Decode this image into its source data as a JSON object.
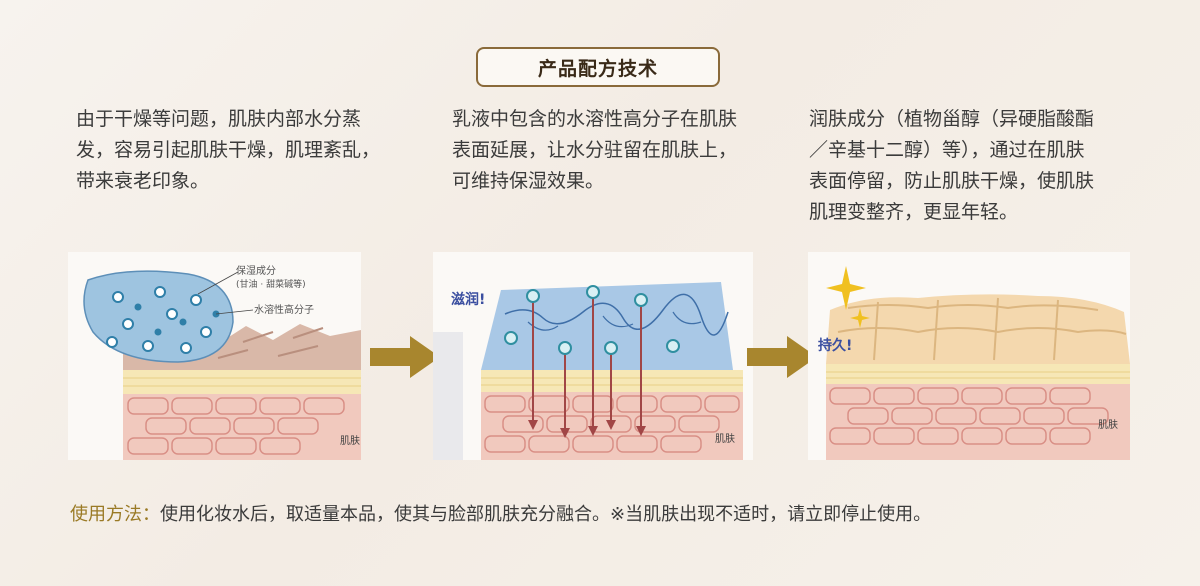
{
  "title": "产品配方技术",
  "columns": [
    {
      "lines": [
        "由于干燥等问题，肌肤内部水分蒸",
        "发，容易引起肌肤干燥，肌理紊乱，",
        "带来衰老印象。"
      ]
    },
    {
      "lines": [
        "乳液中包含的水溶性高分子在肌肤",
        "表面延展，让水分驻留在肌肤上，",
        "可维持保湿效果。"
      ]
    },
    {
      "lines": [
        "润肤成分（植物甾醇（异硬脂酸酯",
        "／辛基十二醇）等），通过在肌肤",
        "表面停留，防止肌肤干燥，使肌肤",
        "肌理变整齐，更显年轻。"
      ]
    }
  ],
  "panel1": {
    "label_moist": "保湿成分",
    "label_moist_sub": "(甘油 · 甜菜碱等)",
    "label_polymer": "水溶性高分子",
    "skin_label": "肌肤"
  },
  "panel2": {
    "moist_word": "滋润!",
    "skin_label": "肌肤"
  },
  "panel3": {
    "lasting_word": "持久!",
    "skin_label": "肌肤"
  },
  "usage": {
    "label": "使用方法：",
    "text": "使用化妆水后，取适量本品，使其与脸部肌肤充分融合。※当肌肤出现不适时，请立即停止使用。"
  },
  "colors": {
    "accent": "#9a7a25",
    "arrow": "#a8862e",
    "border": "#8a6a3a"
  }
}
